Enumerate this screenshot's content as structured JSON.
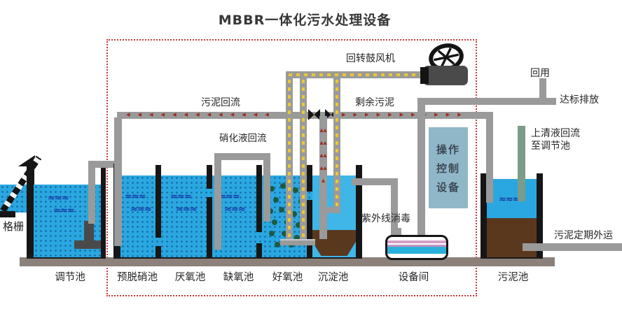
{
  "title": "MBBR一体化污水处理设备",
  "flows": {
    "blower": "回转鼓风机",
    "sludge_return": "污泥回流",
    "excess_sludge": "剩余污泥",
    "nitrified_return": "硝化液回流",
    "reuse": "回用",
    "discharge": "达标排放",
    "supernatant_return": [
      "上清液回流",
      "至调节池"
    ],
    "uv": "紫外线消毒",
    "sludge_out": "污泥定期外运",
    "screen": "格栅"
  },
  "control_panel_lines": [
    "操作",
    "控制",
    "设备"
  ],
  "tanks": [
    {
      "name": "调节池"
    },
    {
      "name": "预脱硝池"
    },
    {
      "name": "厌氧池"
    },
    {
      "name": "缺氧池"
    },
    {
      "name": "好氧池"
    },
    {
      "name": "沉淀池"
    },
    {
      "name": "设备间"
    },
    {
      "name": "污泥池"
    }
  ],
  "decor": {
    "wave": "≈≈≈",
    "arrows_left": "◂◂◂◂◂◂◂◂◂◂◂◂◂",
    "arrows_right": "▸▸▸▸▸▸▸▸▸▸▸",
    "arrows_up": "▴▴▴▴▴▴▴▴▴"
  },
  "colors": {
    "water": "#2aa7e0",
    "sludge_brown": "#5a381e",
    "pipe_gray": "#9a9a9a",
    "air_yellow": "#ecc832",
    "flow_red": "#9c2b20",
    "boundary_red": "#c23b3b",
    "panel_blue": "#8fb7c7"
  }
}
